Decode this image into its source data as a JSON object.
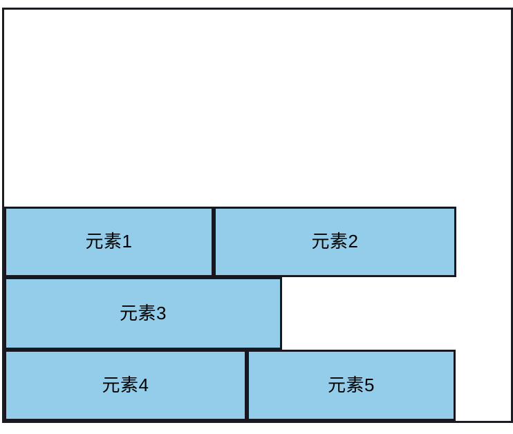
{
  "container": {
    "name": "flex-container",
    "border_color": "#1b1b23",
    "background": "#ffffff",
    "align_content": "flex-end",
    "flex_wrap": "wrap"
  },
  "style": {
    "item_fill": "#93cde9",
    "item_border": "#17171f",
    "text_color": "#000000"
  },
  "items": [
    {
      "label": "元素1",
      "row": 1,
      "order": 1
    },
    {
      "label": "元素2",
      "row": 1,
      "order": 2
    },
    {
      "label": "元素3",
      "row": 2,
      "order": 3
    },
    {
      "label": "元素4",
      "row": 3,
      "order": 4
    },
    {
      "label": "元素5",
      "row": 3,
      "order": 5
    }
  ]
}
